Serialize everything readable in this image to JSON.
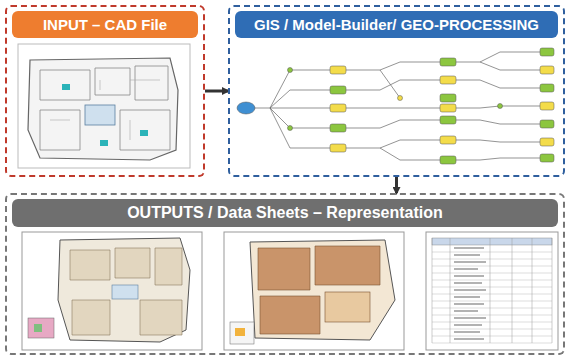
{
  "diagram": {
    "nodes": [
      {
        "text": [
          "INPUT – CAD File"
        ]
      },
      {
        "text": [
          "GIS / Model-Builder/ GEO-PROCESSING"
        ]
      },
      {
        "text": [
          "OUTPUTS / Data Sheets – Representation"
        ]
      }
    ],
    "edges": [
      {
        "from": 0,
        "to": 1,
        "arrow": "to"
      },
      {
        "from": 1,
        "to": 2,
        "arrow": "to"
      }
    ]
  }
}
